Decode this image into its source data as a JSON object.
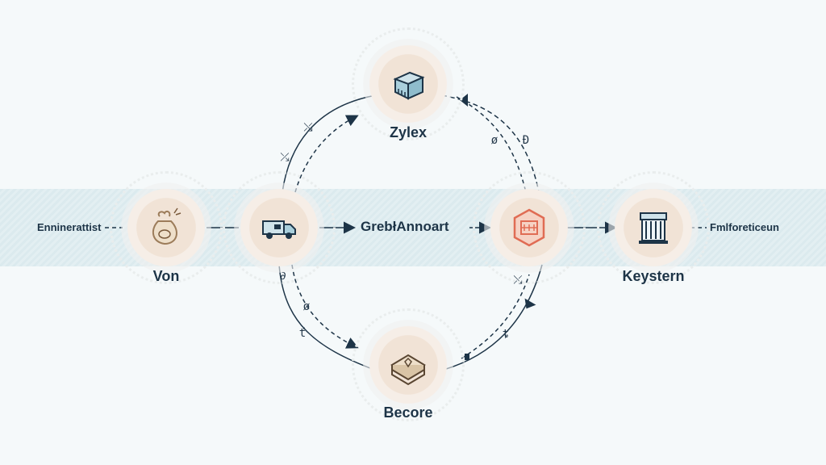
{
  "nodes": {
    "top": {
      "label": "Zylex",
      "icon": "box-package-icon"
    },
    "bottom": {
      "label": "Becore",
      "icon": "stacked-tray-icon"
    },
    "left": {
      "label": "Von",
      "icon": "sack-bag-icon"
    },
    "truck": {
      "icon": "truck-icon"
    },
    "right_hex": {
      "icon": "hexagon-building-icon"
    },
    "right": {
      "label": "Keystern",
      "icon": "building-columns-icon"
    }
  },
  "side_labels": {
    "left": "Enninerattist",
    "right": "Fmlforeticeun"
  },
  "hub_label": "GrebłAnnoart",
  "colors": {
    "accent": "#1d3447",
    "hex": "#e06c54",
    "band": "#dbeaee"
  }
}
